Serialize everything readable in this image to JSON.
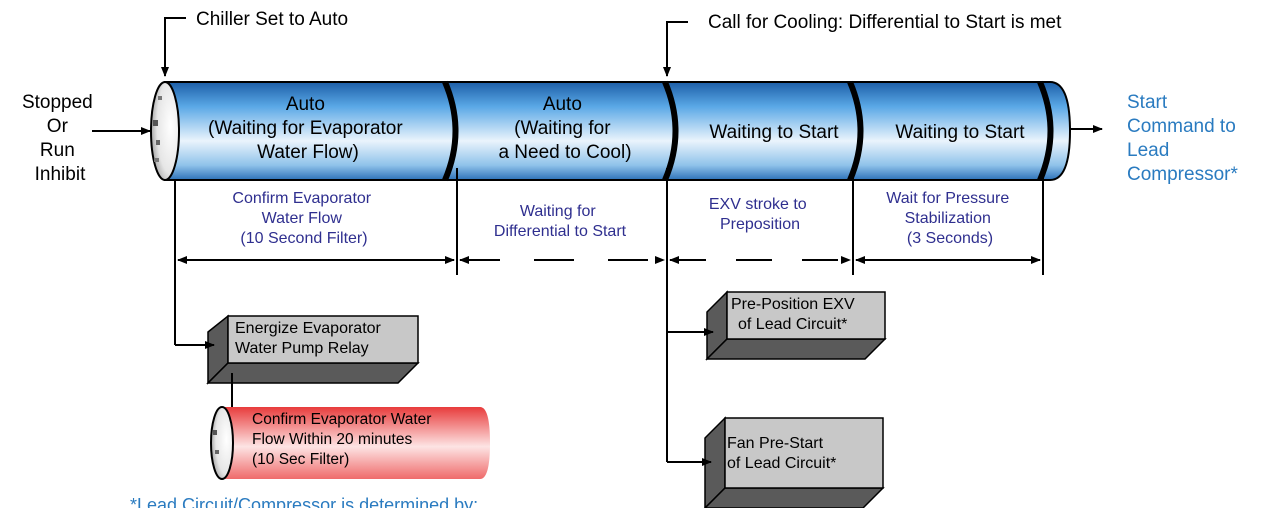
{
  "annotations": {
    "chiller_auto": "Chiller Set to Auto",
    "call_for_cooling": "Call for Cooling: Differential to Start is met",
    "input_state": [
      "Stopped",
      "Or",
      "Run",
      "Inhibit"
    ],
    "output_state": [
      "Start",
      "Command to",
      "Lead",
      "Compressor*"
    ],
    "footnote": "*Lead Circuit/Compressor is determined by:"
  },
  "states": [
    {
      "lines": [
        "Auto",
        "(Waiting for Evaporator",
        "Water Flow)"
      ]
    },
    {
      "lines": [
        "Auto",
        "(Waiting for",
        "a Need to Cool)"
      ]
    },
    {
      "lines": [
        "Waiting to Start"
      ]
    },
    {
      "lines": [
        "Waiting to Start"
      ]
    }
  ],
  "intervals": [
    {
      "lines": [
        "Confirm Evaporator",
        "Water Flow",
        "(10 Second Filter)"
      ]
    },
    {
      "lines": [
        "Waiting for",
        "Differential to Start"
      ]
    },
    {
      "lines": [
        "EXV stroke to",
        "Preposition"
      ]
    },
    {
      "lines": [
        "Wait for Pressure",
        "Stabilization",
        "(3 Seconds)"
      ]
    }
  ],
  "actions": {
    "pump_relay": [
      "Energize Evaporator",
      "Water Pump Relay"
    ],
    "confirm_flow": [
      "Confirm Evaporator Water",
      "Flow  Within 20 minutes",
      "(10 Sec Filter)"
    ],
    "preposition_exv": [
      "Pre-Position EXV",
      "of Lead Circuit*"
    ],
    "fan_prestart": [
      "Fan Pre-Start",
      "of Lead Circuit*"
    ]
  },
  "colors": {
    "tube_blue": "#3d8bd0",
    "tube_red": "#f05a5a",
    "box_face": "#c8c8c8",
    "box_side": "#555555",
    "interval_text": "#2f2f8f",
    "output_text": "#2a7bc0"
  }
}
